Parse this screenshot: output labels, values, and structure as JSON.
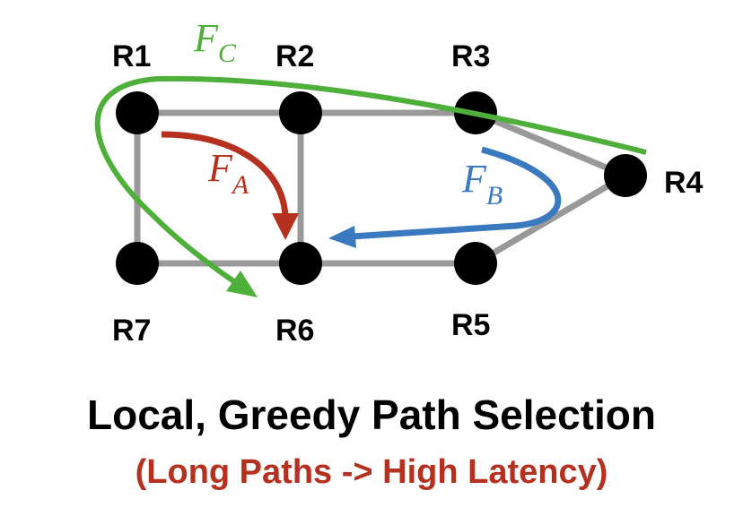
{
  "colors": {
    "link": "#999999",
    "node": "#000000",
    "flow_a": "#b5301e",
    "flow_b": "#3a78c0",
    "flow_c": "#4eaf3a",
    "subtitle": "#b5301e"
  },
  "nodes": {
    "r1": "R1",
    "r2": "R2",
    "r3": "R3",
    "r4": "R4",
    "r5": "R5",
    "r6": "R6",
    "r7": "R7"
  },
  "flows": {
    "a": {
      "main": "F",
      "sub": "A"
    },
    "b": {
      "main": "F",
      "sub": "B"
    },
    "c": {
      "main": "F",
      "sub": "C"
    }
  },
  "caption": {
    "title": "Local, Greedy Path Selection",
    "subtitle": "(Long Paths -> High Latency)"
  }
}
